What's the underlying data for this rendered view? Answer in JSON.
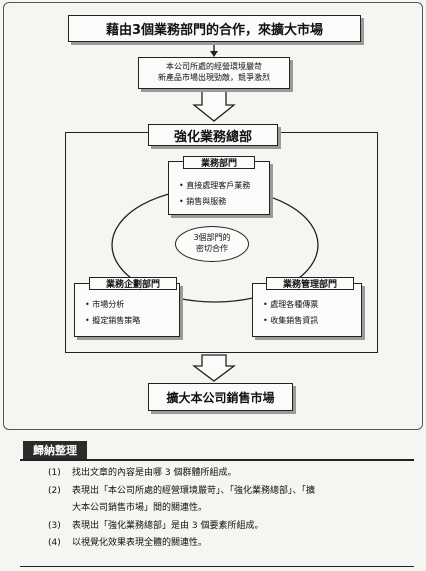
{
  "title": "藉由3個業務部門的合作，來擴大市場",
  "environment": {
    "lines": [
      "本公司所處的經營環境嚴苛",
      "新產品市場出現勁敵，競爭激烈"
    ]
  },
  "headquarters": {
    "label": "強化業務總部"
  },
  "departments": {
    "sales": {
      "title": "業務部門",
      "items": [
        "直接處理客戶業務",
        "銷售與服務"
      ]
    },
    "planning": {
      "title": "業務企劃部門",
      "items": [
        "市場分析",
        "擬定銷售策略"
      ]
    },
    "management": {
      "title": "業務管理部門",
      "items": [
        "處理各種傳票",
        "收集銷售資訊"
      ]
    }
  },
  "center": {
    "lines": [
      "3個部門的",
      "密切合作"
    ]
  },
  "result": "擴大本公司銷售市場",
  "summary": {
    "heading": "歸納整理",
    "items": [
      {
        "num": "(1)",
        "lines": [
          "找出文章的內容是由哪 3 個群體所組成。"
        ]
      },
      {
        "num": "(2)",
        "lines": [
          "表現出「本公司所處的經營環境嚴苛」、「強化業務總部」、「擴",
          "大本公司銷售市場」間的關連性。"
        ]
      },
      {
        "num": "(3)",
        "lines": [
          "表現出「強化業務總部」是由 3 個要素所組成。"
        ]
      },
      {
        "num": "(4)",
        "lines": [
          "以視覺化效果表現全體的關連性。"
        ]
      }
    ]
  }
}
